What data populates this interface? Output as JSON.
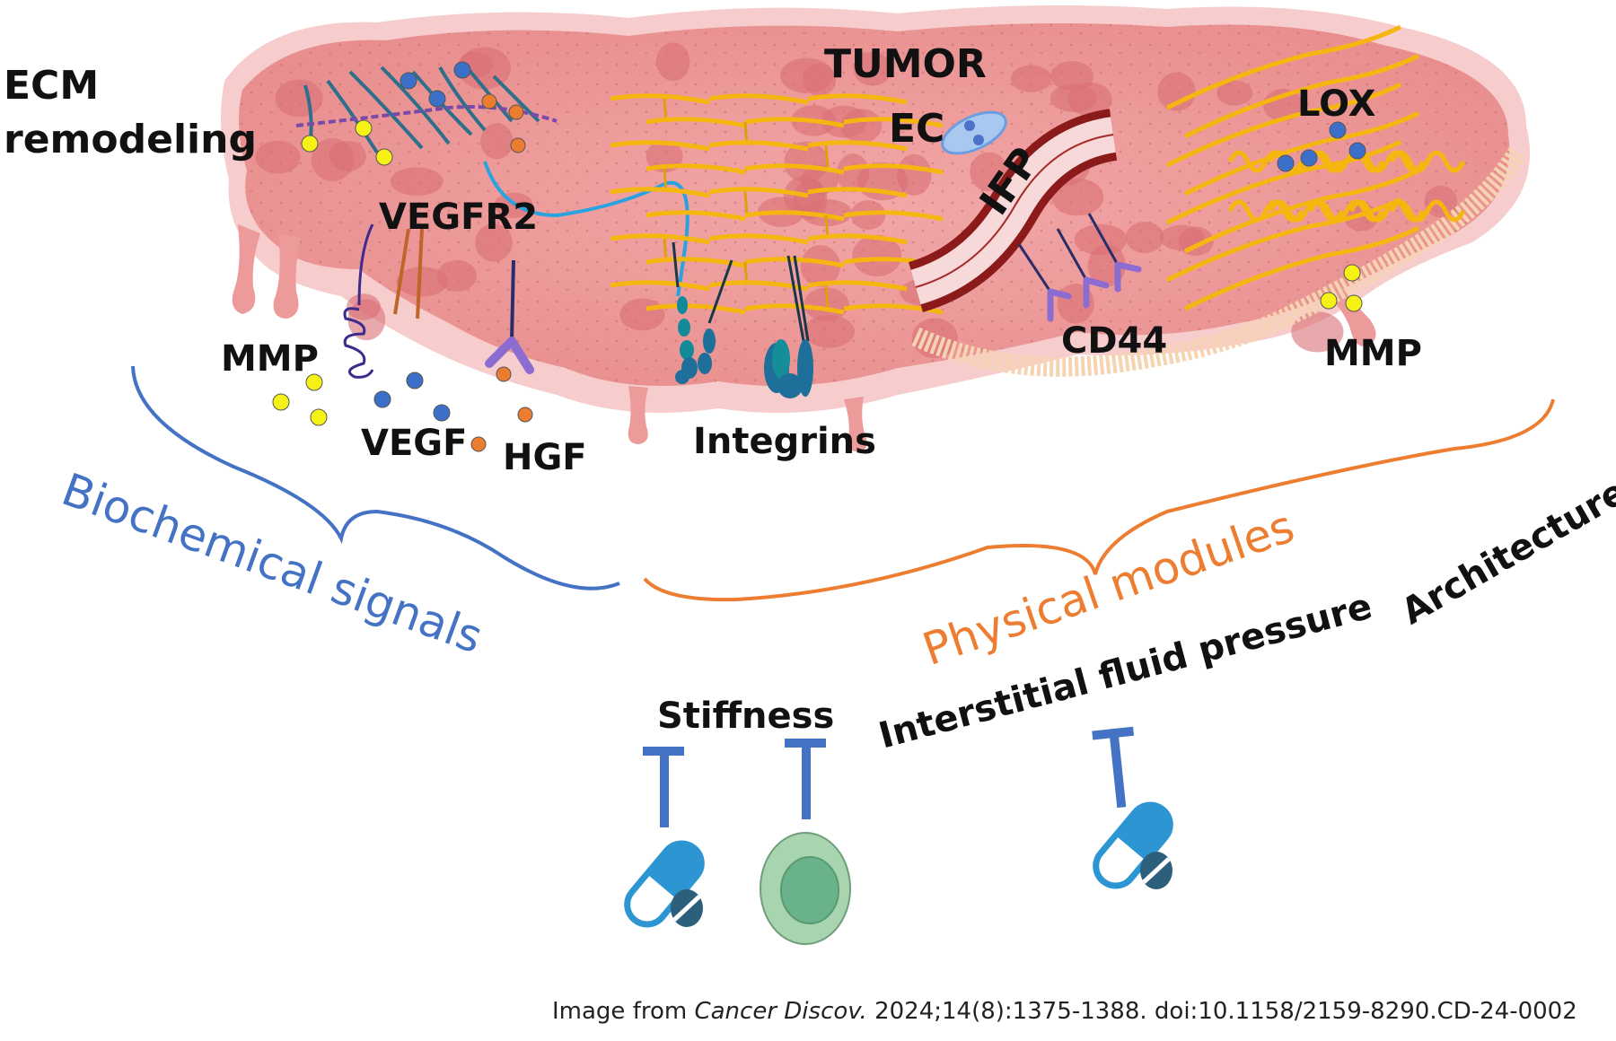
{
  "figure": {
    "labels": {
      "ecm_remodeling_line1": "ECM",
      "ecm_remodeling_line2": "remodeling",
      "tumor": "TUMOR",
      "ec": "EC",
      "lox": "LOX",
      "vegfr2": "VEGFR2",
      "ifp": "IFP",
      "mmp_left": "MMP",
      "mmp_right": "MMP",
      "cd44": "CD44",
      "vegf": "VEGF",
      "hgf": "HGF",
      "integrins": "Integrins"
    },
    "groups": {
      "biochemical": "Biochemical signals",
      "physical": "Physical modules"
    },
    "physical_items": {
      "stiffness": "Stiffness",
      "ifp_full": "Interstitial fluid pressure",
      "architecture": "Architecture"
    },
    "therapy_icons": [
      {
        "name": "drug-capsule",
        "target": "Stiffness"
      },
      {
        "name": "cell-therapy",
        "target": "Stiffness"
      },
      {
        "name": "drug-capsule",
        "target": "Interstitial fluid pressure"
      }
    ],
    "colors": {
      "biochemical": "#4472c4",
      "physical": "#ed7d31",
      "tumor_tissue": "#ee9b9b",
      "collagen": "#f5b70f",
      "inhibitor": "#4472c4",
      "pill_light": "#2e95d3",
      "pill_dark": "#2c5f7c",
      "cell_outer": "#a8d5b0",
      "cell_inner": "#6ab38a",
      "vegf_dot": "#3b6fc8",
      "mmp_dot": "#f7f216",
      "hgf_dot": "#ec7c30",
      "receptor": "#9063c0",
      "vessel": "#8b1a1a"
    },
    "citation": {
      "prefix": "Image from ",
      "journal": "Cancer Discov.",
      "suffix": " 2024;14(8):1375-1388. doi:10.1158/2159-8290.CD-24-0002"
    }
  }
}
